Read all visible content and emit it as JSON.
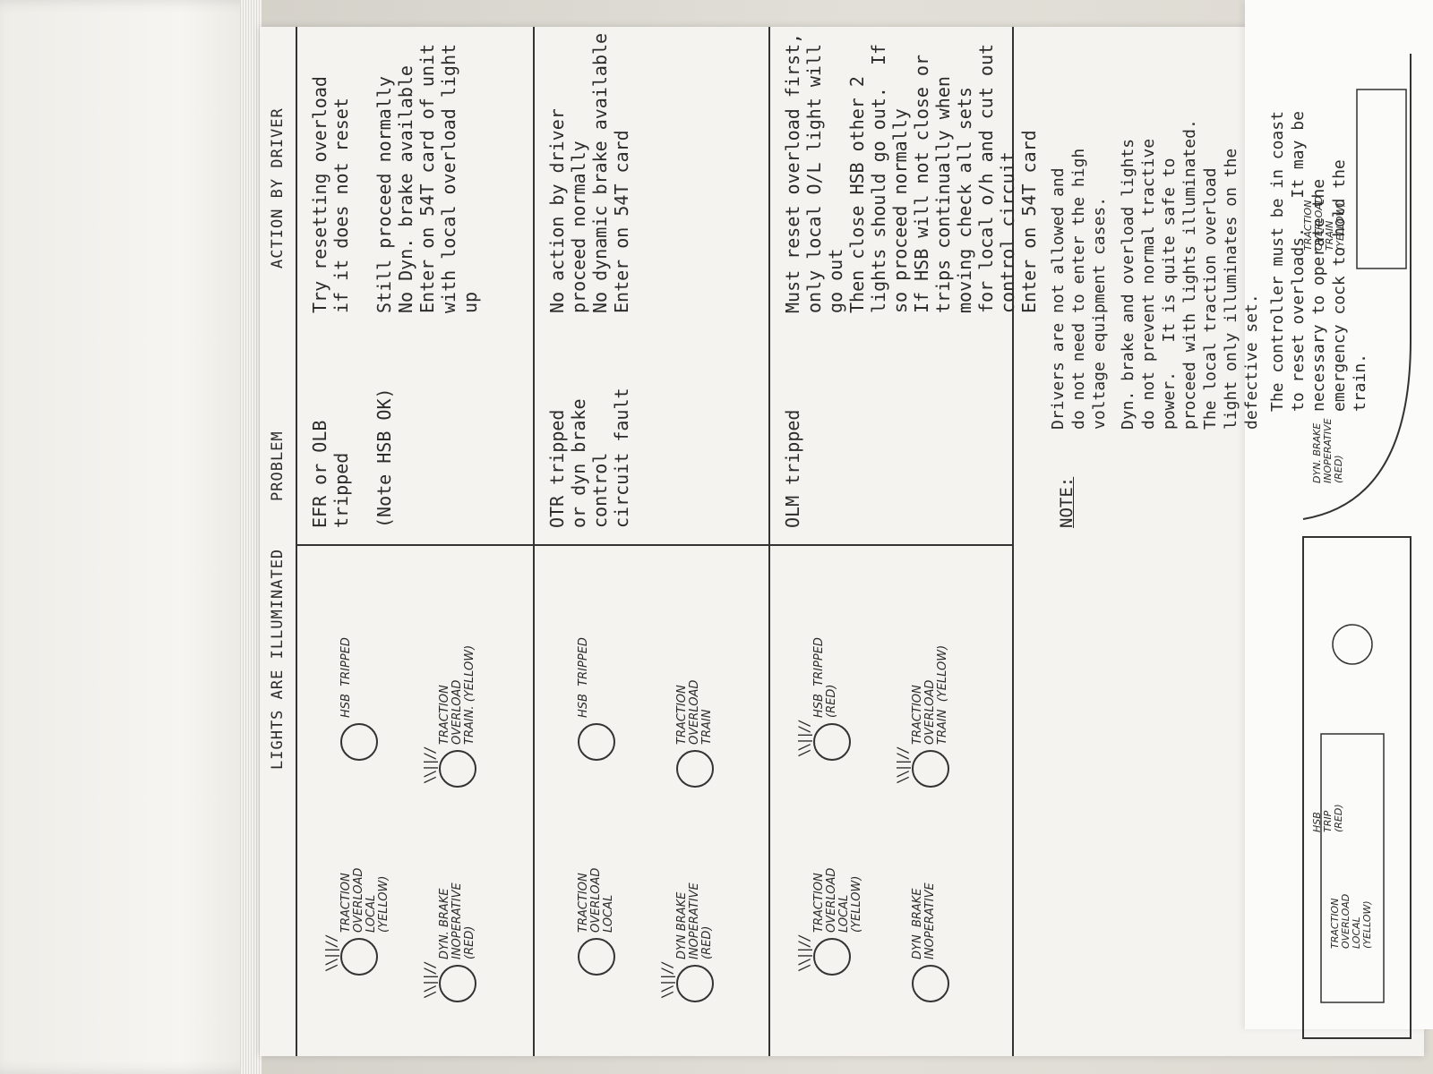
{
  "headers": {
    "lights": "LIGHTS ARE ILLUMINATED",
    "problem": "PROBLEM",
    "action": "ACTION BY DRIVER"
  },
  "rows": [
    {
      "lights": [
        {
          "label": "TRACTION\nOVERLOAD\nLOCAL\n(YELLOW)",
          "lit": true
        },
        {
          "label": "HSB  TRIPPED",
          "lit": false
        },
        {
          "label": "DYN. BRAKE\nINOPERATIVE\n(RED)",
          "lit": true
        },
        {
          "label": "TRACTION\nOVERLOAD\nTRAIN. (YELLOW)",
          "lit": true
        }
      ],
      "problem": "EFR or OLB\ntripped\n\n(Note HSB OK)",
      "action": "Try resetting overload\nif it does not reset\n\nStill proceed normally\nNo Dyn. brake available\nEnter on 54T card of unit\nwith local overload light\nup"
    },
    {
      "lights": [
        {
          "label": "TRACTION\nOVERLOAD\nLOCAL",
          "lit": false
        },
        {
          "label": "HSB  TRIPPED",
          "lit": false
        },
        {
          "label": "DYN BRAKE\nINOPERATIVE\n(RED)",
          "lit": true
        },
        {
          "label": "TRACTION\nOVERLOAD\nTRAIN",
          "lit": false
        }
      ],
      "problem": "OTR tripped\nor dyn brake\ncontrol\ncircuit fault",
      "action": "No action by driver\nproceed normally\nNo dynamic brake available\nEnter on 54T card"
    },
    {
      "lights": [
        {
          "label": "TRACTION\nOVERLOAD\nLOCAL\n(YELLOW)",
          "lit": true
        },
        {
          "label": "HSB  TRIPPED\n(RED)",
          "lit": true
        },
        {
          "label": "DYN  BRAKE\nINOPERATIVE",
          "lit": false
        },
        {
          "label": "TRACTION\nOVERLOAD\nTRAIN  (YELLOW)",
          "lit": true
        }
      ],
      "problem": "OLM tripped",
      "action": "Must reset overload first,\nonly local O/L light will\ngo out\nThen close HSB other 2\nlights should go out.  If\nso proceed normally\nIf HSB will not close or\ntrips continually when\nmoving check all sets\nfor local o/h and cut out\ncontrol circuit\nEnter on 54T card"
    }
  ],
  "note": {
    "label": "NOTE:",
    "paragraphs": [
      "Drivers are not allowed and\ndo not need to enter the high\nvoltage equipment cases.",
      "Dyn. brake and overload lights\ndo not prevent normal tractive\npower.   It is quite safe to\nproceed with lights illuminated.",
      "The local traction overload\nlight only illuminates on the\ndefective set.",
      "The controller must be in coast\nto reset overloads.   It may be\nnecessary to operate the\nemergency cock to hold the\ntrain."
    ]
  },
  "diagram": {
    "labels": [
      "TRACTION\nOVERLOAD\nLOCAL\n(YELLOW)",
      "HSB\nTRIP\n(RED)",
      "DYN. BRAKE\nINOPERATIVE\n(RED)",
      "TRACTION\nOVERLOAD\nTRAIN\n(YELLOW)"
    ]
  }
}
